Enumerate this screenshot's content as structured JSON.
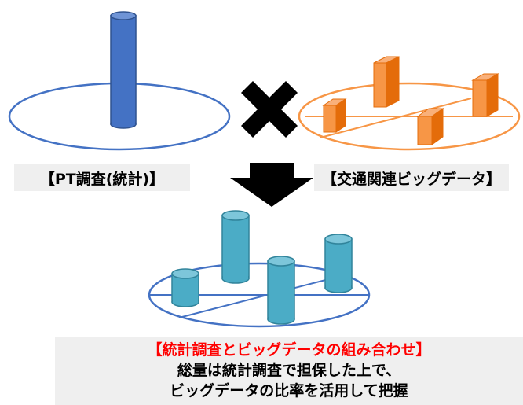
{
  "labels": {
    "left": "【PT調査(統計)】",
    "right": "【交通関連ビッグデータ】"
  },
  "summary": {
    "title": "【統計調査とビッグデータの組み合わせ】",
    "line1": "総量は統計調査で担保した上で、",
    "line2": "ビッグデータの比率を活用して把握"
  },
  "colors": {
    "stat_blue": "#4472c4",
    "stat_dark_blue": "#2f528f",
    "bigdata_orange": "#f79646",
    "result_teal": "#4bacc6",
    "label_bg": "#efefef",
    "summary_title_red": "#ff0000"
  },
  "icons": {
    "combine_symbol": "x-mark-icon",
    "flow_arrow": "down-arrow-icon"
  }
}
